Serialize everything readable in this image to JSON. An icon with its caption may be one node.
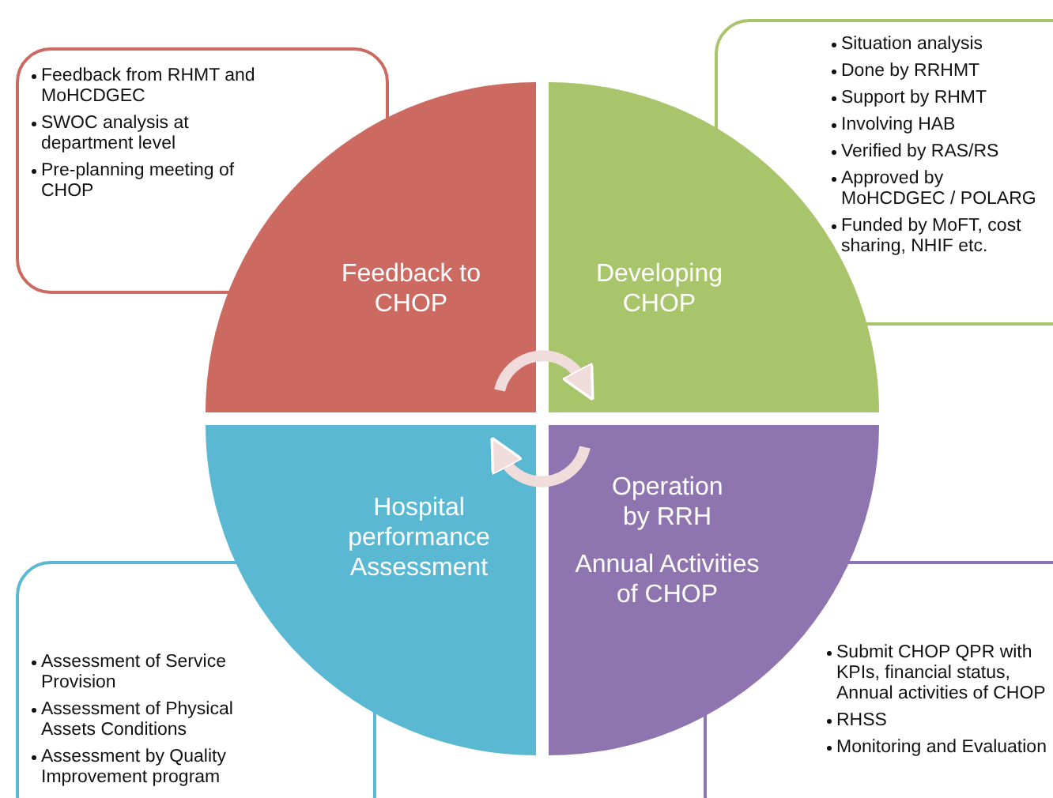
{
  "diagram": {
    "nodes": [
      {
        "text": [
          "Feedback from RHMT and MoHCDGEC",
          "SWOC analysis at department level",
          "Pre-planning meeting of CHOP"
        ]
      },
      {
        "text": [
          "Feedback to CHOP"
        ]
      },
      {
        "text": [
          "Developing CHOP"
        ]
      },
      {
        "text": [
          "Situation analysis",
          "Done by RRHMT",
          "Support by RHMT",
          "Involving HAB",
          "Verified by RAS/RS",
          "Approved by MoHCDGEC / POLARG",
          "Funded by MoFT, cost sharing, NHIF etc."
        ]
      },
      {
        "text": [
          "Hospital performance Assessment"
        ]
      },
      {
        "text": [
          "Operation by RRH",
          "Annual Activities of CHOP"
        ]
      },
      {
        "text": [
          "Assessment of Service Provision",
          "Assessment of Physical Assets Conditions",
          "Assessment by Quality Improvement program"
        ]
      },
      {
        "text": [
          "Submit CHOP QPR with KPIs, financial status, Annual activities of CHOP",
          "RHSS",
          "Monitoring and Evaluation"
        ]
      }
    ],
    "edges": [
      {
        "from": 1,
        "to": 2,
        "arrow": "to"
      },
      {
        "from": 5,
        "to": 4,
        "arrow": "to"
      }
    ]
  }
}
